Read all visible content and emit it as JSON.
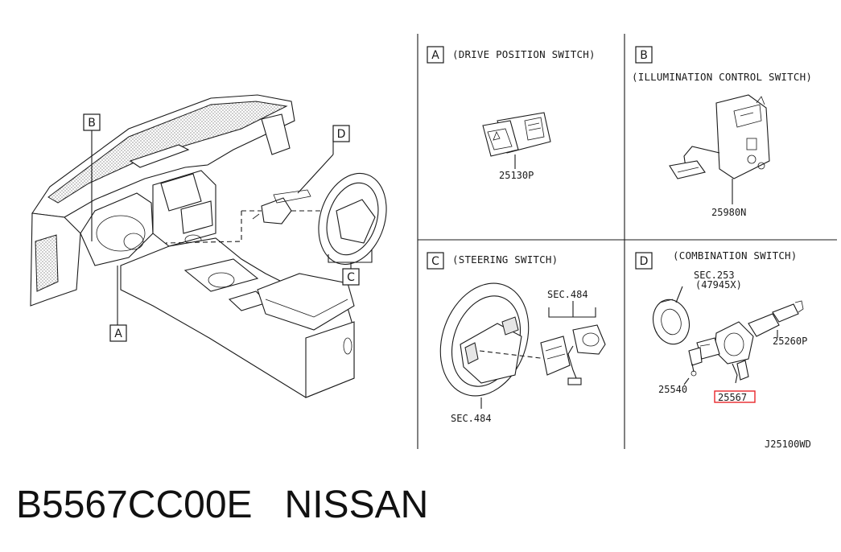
{
  "panels": {
    "A": {
      "letter": "A",
      "title": "(DRIVE POSITION SWITCH)",
      "parts": [
        "25130P"
      ]
    },
    "B": {
      "letter": "B",
      "title": "(ILLUMINATION CONTROL SWITCH)",
      "parts": [
        "25980N"
      ]
    },
    "C": {
      "letter": "C",
      "title": "(STEERING SWITCH)",
      "parts": [
        "SEC.484",
        "SEC.484"
      ]
    },
    "D": {
      "letter": "D",
      "title": "(COMBINATION SWITCH)",
      "parts": [
        "SEC.253",
        "(47945X)",
        "25260P",
        "25540",
        "25567"
      ]
    }
  },
  "overview_callouts": [
    "A",
    "B",
    "C",
    "D"
  ],
  "highlighted_part": "25567",
  "highlight_color": "#e8262a",
  "diagram_code": "J25100WD",
  "caption": {
    "part_number": "B5567CC00E",
    "brand": "NISSAN"
  }
}
